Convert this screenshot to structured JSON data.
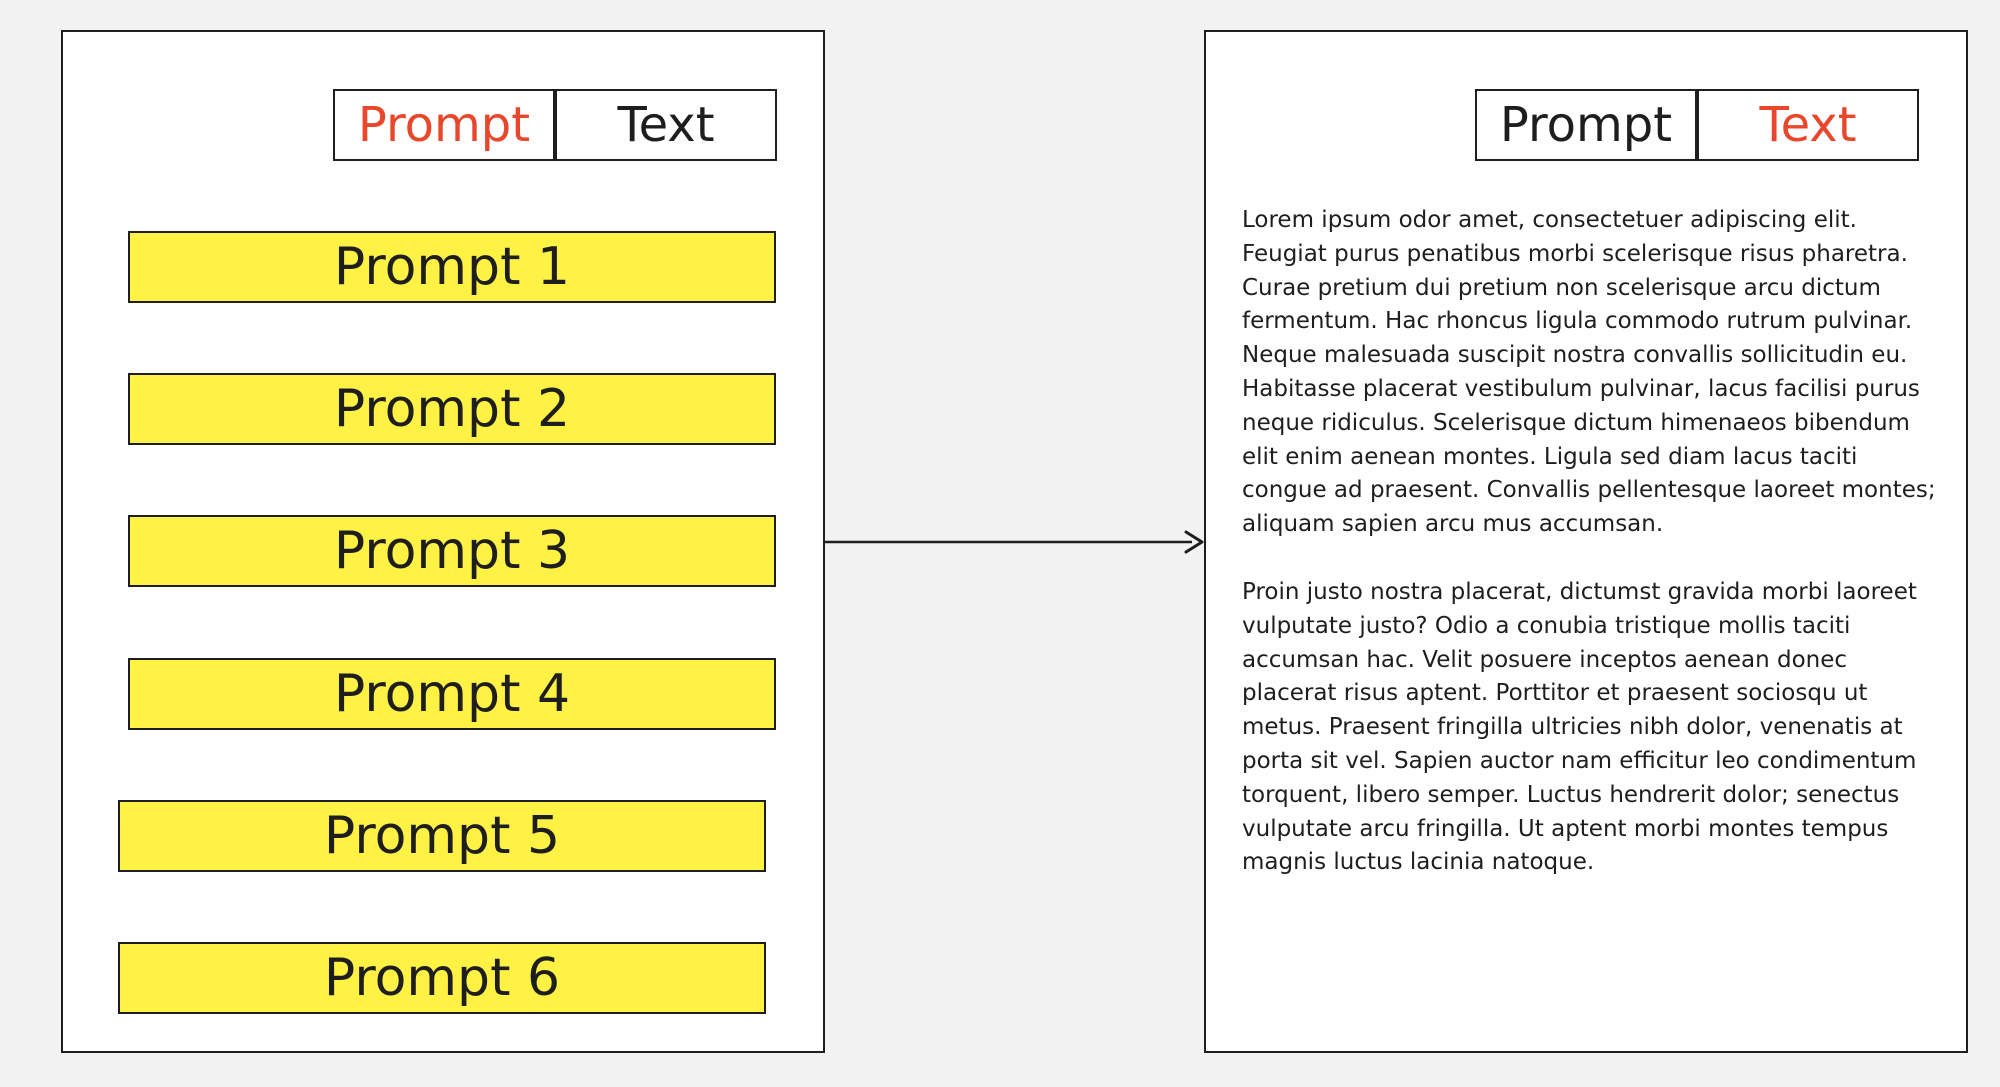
{
  "left_panel": {
    "tabs": [
      {
        "label": "Prompt",
        "active": true
      },
      {
        "label": "Text",
        "active": false
      }
    ],
    "prompts": [
      "Prompt 1",
      "Prompt 2",
      "Prompt 3",
      "Prompt 4",
      "Prompt 5",
      "Prompt 6"
    ]
  },
  "right_panel": {
    "tabs": [
      {
        "label": "Prompt",
        "active": false
      },
      {
        "label": "Text",
        "active": true
      }
    ],
    "paragraphs": [
      "Lorem ipsum odor amet, consectetuer adipiscing elit. Feugiat purus penatibus morbi scelerisque risus pharetra. Curae pretium dui pretium non scelerisque arcu dictum fermentum. Hac rhoncus ligula commodo rutrum pulvinar. Neque malesuada suscipit nostra convallis sollicitudin eu. Habitasse placerat vestibulum pulvinar, lacus facilisi purus neque ridiculus. Scelerisque dictum himenaeos bibendum elit enim aenean montes. Ligula sed diam lacus taciti congue ad praesent. Convallis pellentesque laoreet montes; aliquam sapien arcu mus accumsan.",
      "Proin justo nostra placerat, dictumst gravida morbi laoreet vulputate justo? Odio a conubia tristique mollis taciti accumsan hac. Velit posuere inceptos aenean donec placerat risus aptent. Porttitor et praesent sociosqu ut metus. Praesent fringilla ultricies nibh dolor, venenatis at porta sit vel. Sapien auctor nam efficitur leo condimentum torquent, libero semper. Luctus hendrerit dolor; senectus vulputate arcu fringilla. Ut aptent morbi montes tempus magnis luctus lacinia natoque."
    ]
  },
  "colors": {
    "active_tab_text": "#e8472b",
    "prompt_fill": "#fff245",
    "outline": "#1e1e1e",
    "canvas": "#f2f2f2"
  }
}
